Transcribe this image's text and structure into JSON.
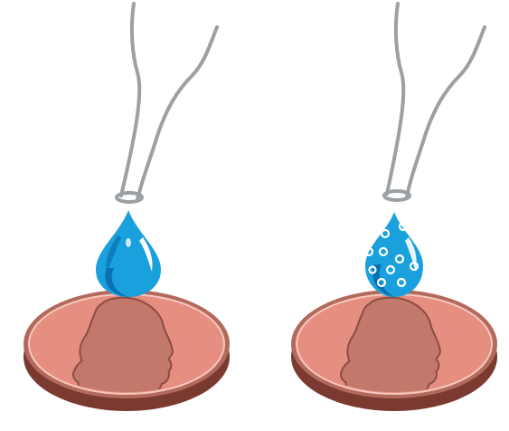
{
  "scene": {
    "panels": [
      {
        "id": "left",
        "drop_style": "plain-drop",
        "drop_color": "#1aa0dc"
      },
      {
        "id": "right",
        "drop_style": "drop-with-bubbles",
        "drop_color": "#1aa0dc",
        "bubble_count": 10
      }
    ],
    "colors": {
      "background": "#ffffff",
      "coin_face": "#e68e80",
      "coin_rim": "#b36a5d",
      "coin_edge": "#7a3a30",
      "silhouette": "#c2786b",
      "dropper": "#9aa0a3",
      "drop": "#1aa0dc",
      "drop_shadow": "#0a6fb3",
      "highlight": "#ffffff"
    }
  }
}
